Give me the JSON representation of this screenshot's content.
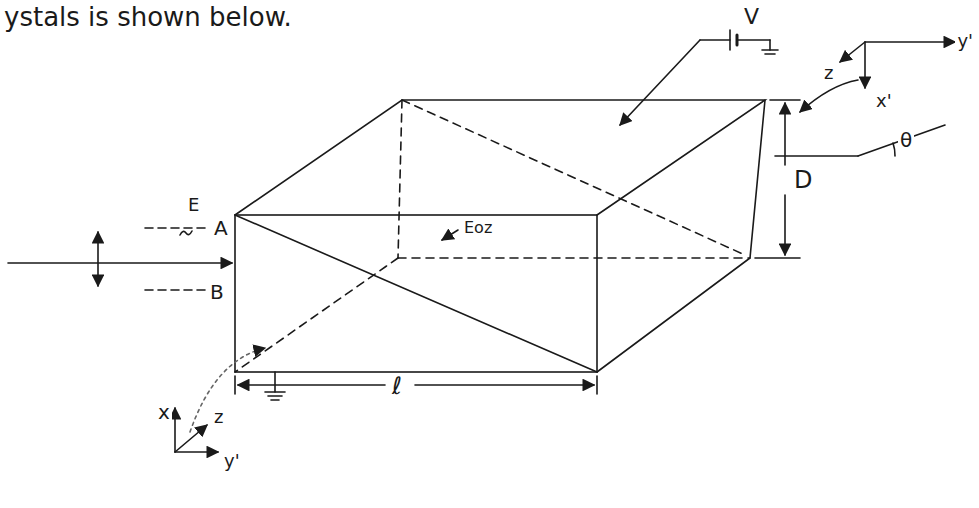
{
  "diagram": {
    "labels": [
      "ystals is shown below.",
      "V",
      "D",
      "E",
      "A",
      "B",
      "Eoz",
      "ℓ",
      "x",
      "y'",
      "z",
      "y'",
      "z",
      "x'",
      "θ"
    ]
  }
}
